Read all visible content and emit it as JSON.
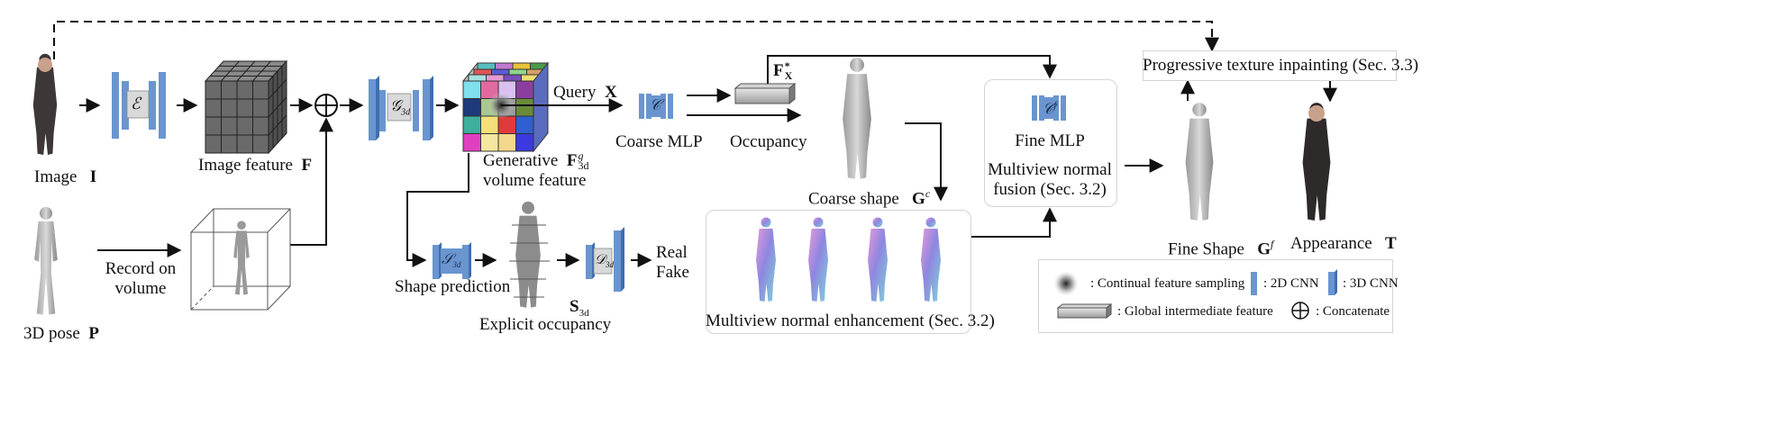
{
  "labels": {
    "image": "Image",
    "image_sym": "I",
    "pose": "3D pose",
    "pose_sym": "P",
    "image_feature": "Image feature",
    "image_feature_sym": "F",
    "record_line1": "Record on",
    "record_line2": "volume",
    "gen_line1": "Generative",
    "gen_line2": "volume feature",
    "gen_sym": "F",
    "gen_sup": "g",
    "gen_sub": "3d",
    "query": "Query",
    "query_sym": "X",
    "coarse_mlp": "Coarse MLP",
    "occupancy": "Occupancy",
    "fx_sym": "F",
    "fx_sup": "*",
    "fx_sub": "X",
    "coarse_shape": "Coarse shape",
    "coarse_sym": "G",
    "coarse_sup": "c",
    "fine_mlp": "Fine MLP",
    "fusion_line1": "Multiview normal",
    "fusion_line2": "fusion (Sec. 3.2)",
    "progressive": "Progressive texture inpainting (Sec. 3.3)",
    "fine_shape": "Fine Shape",
    "fine_sym": "G",
    "fine_sup": "f",
    "appearance": "Appearance",
    "appearance_sym": "T",
    "shape_prediction": "Shape prediction",
    "explicit": "Explicit occupancy",
    "explicit_sym": "S",
    "explicit_sub": "3d",
    "real": "Real",
    "fake": "Fake",
    "multiview": "Multiview normal enhancement (Sec. 3.2)",
    "concat_symbol": "⊕"
  },
  "networks": {
    "encoder": "ℰ",
    "g3d": "𝒢",
    "g3d_sub": "3d",
    "coarse": "𝒞",
    "fine": "𝒞",
    "fine_sup": "f",
    "s3d": "𝒮",
    "s3d_sub": "3d",
    "d3d": "𝒟",
    "d3d_sub": "3d"
  },
  "legend": {
    "sampling": ": Continual feature sampling",
    "cnn2d": ": 2D CNN",
    "cnn3d": ": 3D CNN",
    "global": ": Global intermediate feature",
    "concat": ": Concatenate"
  },
  "colors": {
    "cnn_blue": "#6a95d0",
    "feature_gray": "#6a6a6a",
    "arrow": "#111111",
    "box_border": "#d4d4d4",
    "normal_purple": "#8f86e0",
    "normal_pink": "#e39ad9",
    "normal_teal": "#7fd2d8"
  },
  "icons": {
    "concat": "plus-circle-icon",
    "sampling": "gaussian-blob-icon",
    "human": "human-silhouette-icon"
  }
}
